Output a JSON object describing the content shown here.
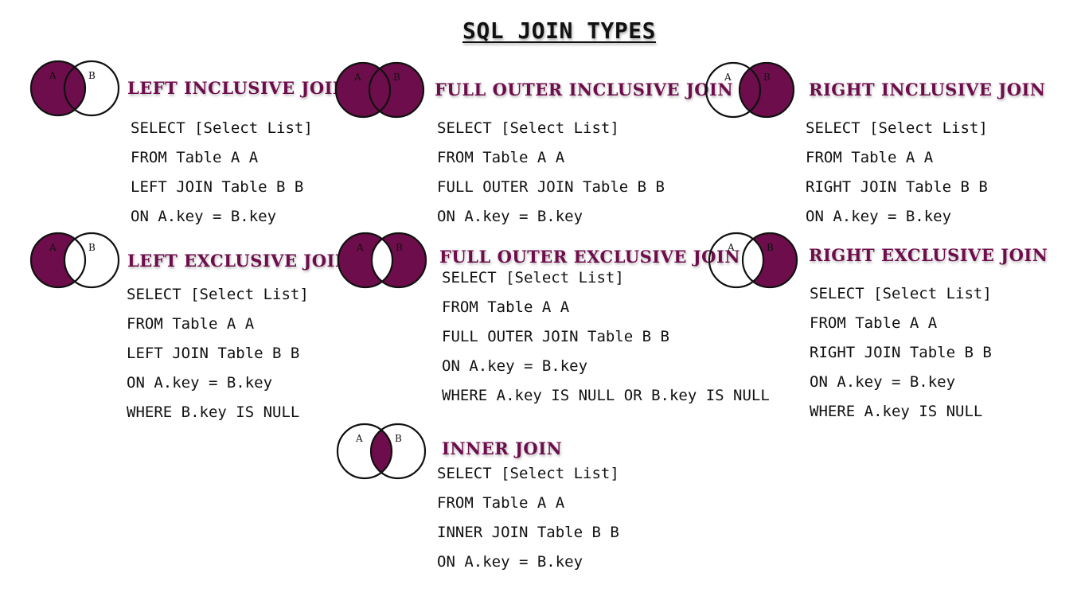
{
  "title": "SQL JOIN TYPES",
  "accent_color": "#6e0d4b",
  "joins": [
    {
      "id": "left-inclusive",
      "label": "LEFT INCLUSIVE JOIN",
      "venn": "left",
      "code": [
        "SELECT [Select List]",
        "FROM Table A A",
        "LEFT JOIN Table B B",
        "ON A.key = B.key"
      ]
    },
    {
      "id": "full-outer-inclusive",
      "label": "FULL OUTER INCLUSIVE JOIN",
      "venn": "full",
      "code": [
        "SELECT [Select List]",
        "FROM Table A A",
        "FULL OUTER JOIN Table B B",
        "ON A.key = B.key"
      ]
    },
    {
      "id": "right-inclusive",
      "label": "RIGHT INCLUSIVE JOIN",
      "venn": "right",
      "code": [
        "SELECT [Select List]",
        "FROM Table A A",
        "RIGHT JOIN Table B B",
        "ON A.key = B.key"
      ]
    },
    {
      "id": "left-exclusive",
      "label": "LEFT EXCLUSIVE JOIN",
      "venn": "left-exclusive",
      "code": [
        "SELECT [Select List]",
        "FROM Table A A",
        "LEFT JOIN Table B B",
        "ON A.key = B.key",
        "WHERE B.key IS NULL"
      ]
    },
    {
      "id": "full-outer-exclusive",
      "label": "FULL OUTER EXCLUSIVE JOIN",
      "venn": "full-exclusive",
      "code": [
        "SELECT [Select List]",
        "FROM Table A A",
        "FULL OUTER JOIN Table B B",
        "ON A.key = B.key",
        "WHERE A.key IS NULL OR B.key IS NULL"
      ]
    },
    {
      "id": "right-exclusive",
      "label": "RIGHT EXCLUSIVE JOIN",
      "venn": "right-exclusive",
      "code": [
        "SELECT [Select List]",
        "FROM Table A A",
        "RIGHT JOIN Table B B",
        "ON A.key = B.key",
        "WHERE A.key IS NULL"
      ]
    },
    {
      "id": "inner",
      "label": "INNER JOIN",
      "venn": "inner",
      "code": [
        "SELECT [Select List]",
        "FROM Table A A",
        "INNER JOIN Table B B",
        "ON A.key = B.key"
      ]
    }
  ],
  "venn_labels": {
    "a": "A",
    "b": "B"
  }
}
